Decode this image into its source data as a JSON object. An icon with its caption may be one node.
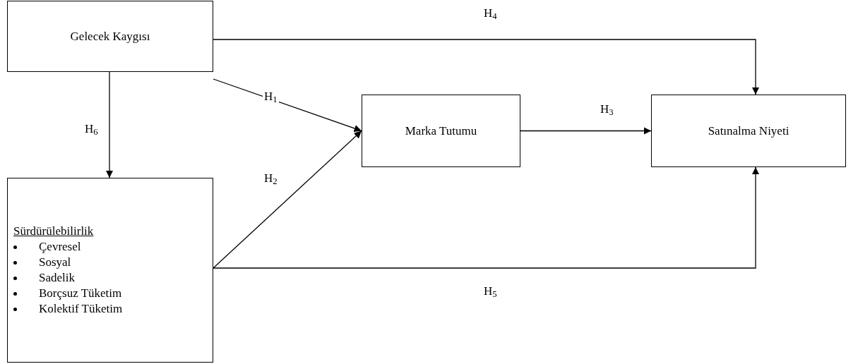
{
  "diagram": {
    "nodes": [
      {
        "text": [
          "Gelecek Kaygısı"
        ]
      },
      {
        "text": [
          "Sürdürülebilirlik",
          "Çevresel",
          "Sosyal",
          "Sadelik",
          "Borçsuz Tüketim",
          "Kolektif Tüketim"
        ]
      },
      {
        "text": [
          "Marka Tutumu"
        ]
      },
      {
        "text": [
          "Satınalma Niyeti"
        ]
      }
    ],
    "edges": [
      {
        "from": 0,
        "to": 2,
        "arrow": "to",
        "label": "H$_{1}$"
      },
      {
        "from": 1,
        "to": 2,
        "arrow": "to",
        "label": "H$_{2}$"
      },
      {
        "from": 2,
        "to": 3,
        "arrow": "to",
        "label": "H$_{3}$"
      },
      {
        "from": 0,
        "to": 3,
        "arrow": "to",
        "label": "H$_{4}$"
      },
      {
        "from": 1,
        "to": 3,
        "arrow": "to",
        "label": "H$_{5}$"
      },
      {
        "from": 0,
        "to": 1,
        "arrow": "to",
        "label": "H$_{6}$"
      }
    ]
  }
}
